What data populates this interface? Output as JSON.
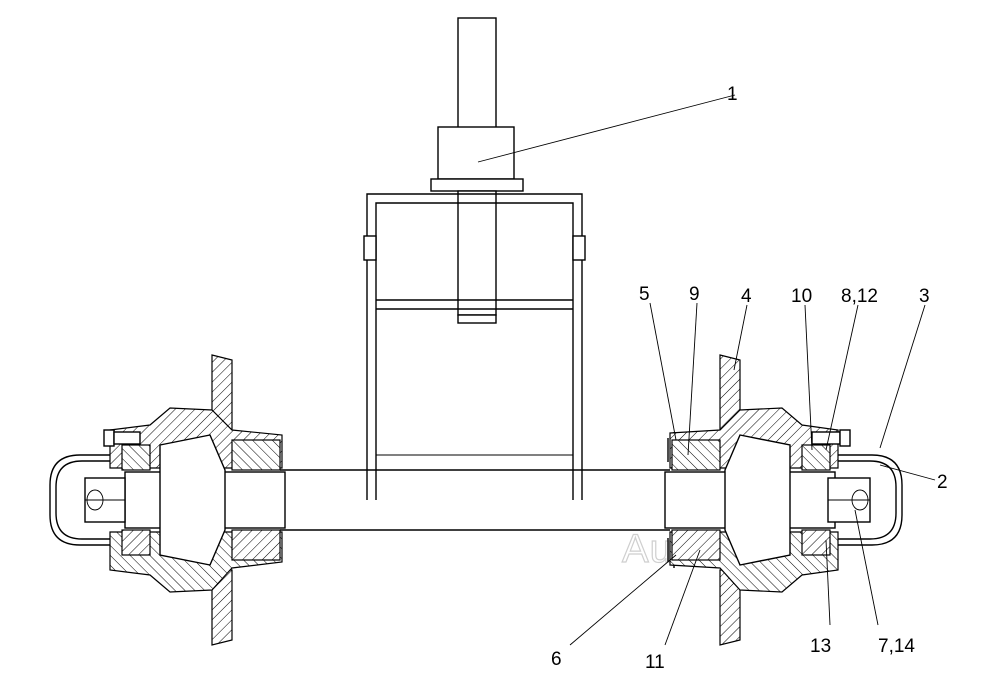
{
  "callouts": {
    "c1": "1",
    "c2": "2",
    "c3": "3",
    "c4": "4",
    "c5": "5",
    "c6": "6",
    "c7_14": "7,14",
    "c8_12": "8,12",
    "c9": "9",
    "c10": "10",
    "c11": "11",
    "c13": "13"
  },
  "watermark": "AutoSoft"
}
